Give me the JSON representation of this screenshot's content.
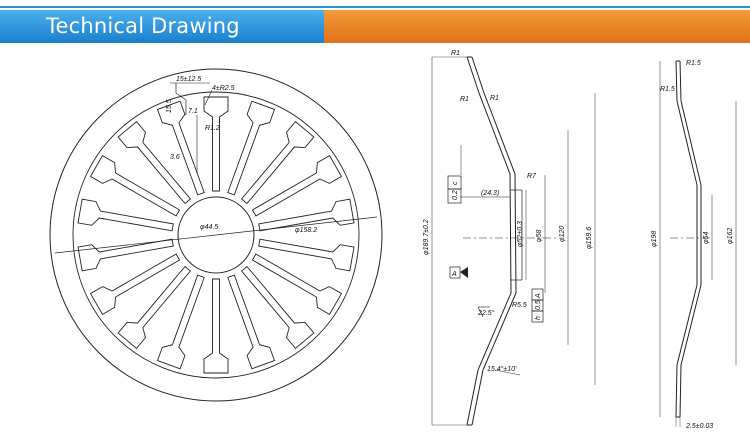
{
  "header": {
    "title": "Technical Drawing",
    "accent_blue": "#2b8fd3",
    "accent_orange": "#e97c22"
  },
  "front_view": {
    "labels": {
      "slot": "15±12.5",
      "corner": "4±R2.5",
      "slot_h": "15.5",
      "w1": "7.1",
      "r12": "R1.2",
      "w2": "3.6",
      "d_in": "φ44.5",
      "d_out": "φ158.2"
    }
  },
  "section_a": {
    "labels": {
      "r1a": "R1",
      "r1b": "R1",
      "r1c": "R1",
      "r7": "R7",
      "len": "(24.3)",
      "d52": "φ52±0.3",
      "d58": "φ58",
      "d120": "φ120",
      "d159": "φ159.6",
      "d189": "φ189.7±0.2",
      "angle": "22.5°",
      "r5": "R5.5",
      "taper": "15.4°±10'",
      "flat": "0.2",
      "flat_sym": "c",
      "datum": "A",
      "perp": "0.5",
      "perp_sym": "h",
      "perp_ref": "A"
    }
  },
  "section_b": {
    "labels": {
      "r15a": "R1.5",
      "r15b": "R1.5",
      "d198": "φ198",
      "d54": "φ54",
      "d162": "φ162",
      "thick": "2.5±0.03"
    }
  }
}
